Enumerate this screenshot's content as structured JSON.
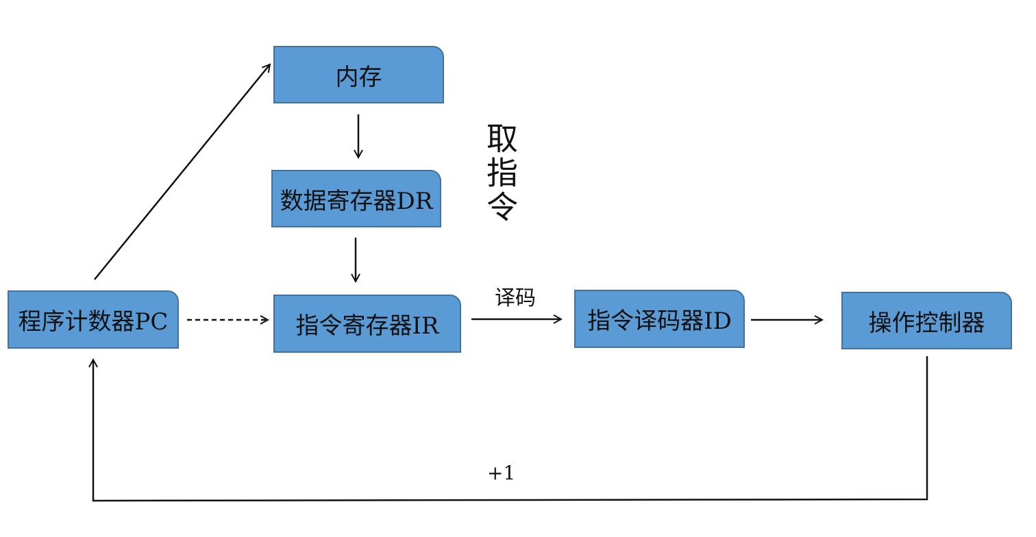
{
  "nodes": {
    "memory": "内存",
    "data_register": "数据寄存器DR",
    "program_counter": "程序计数器PC",
    "instruction_register": "指令寄存器IR",
    "instruction_decoder": "指令译码器ID",
    "operation_controller": "操作控制器"
  },
  "labels": {
    "fetch_instruction": "取指令",
    "decode": "译码",
    "plus_one": "+1"
  }
}
